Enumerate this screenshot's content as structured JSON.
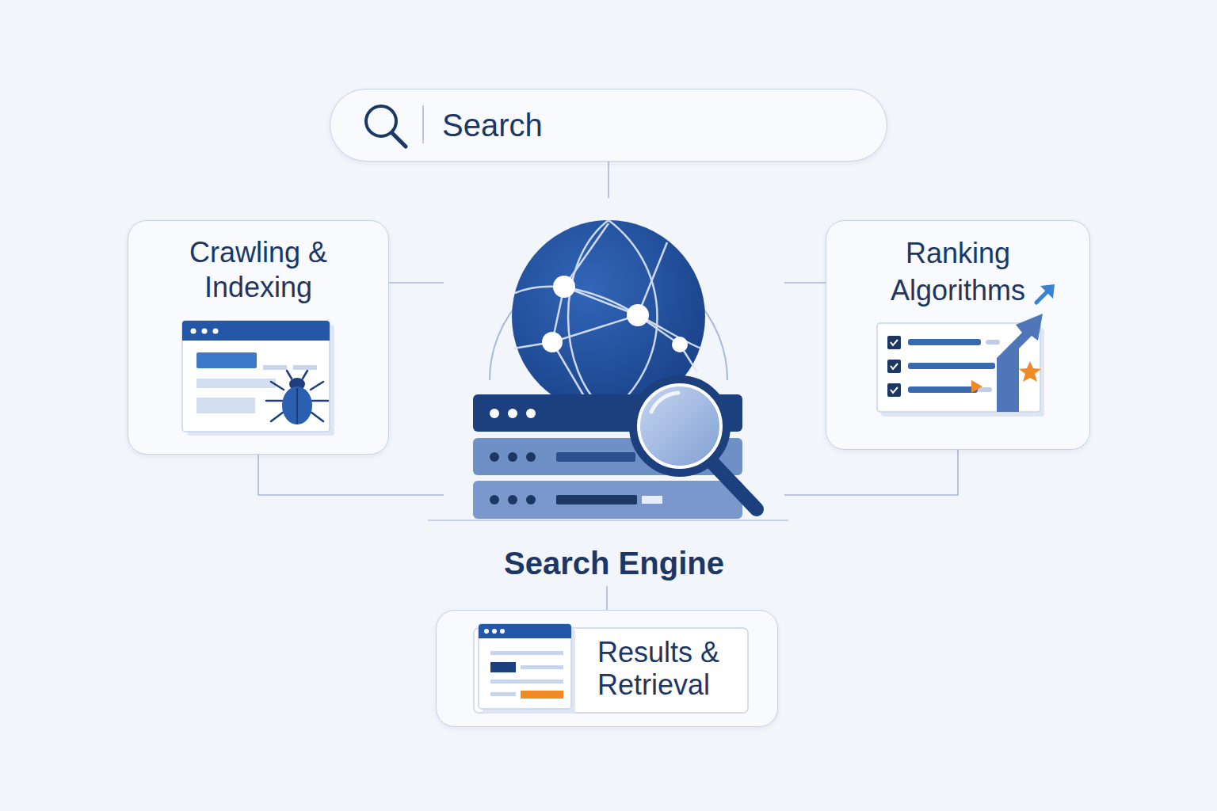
{
  "diagram": {
    "nodes": [
      {
        "text": [
          "Search"
        ]
      },
      {
        "text": [
          "Crawling & Indexing"
        ]
      },
      {
        "text": [
          "Ranking Algorithms"
        ]
      },
      {
        "text": [
          "Search Engine"
        ]
      },
      {
        "text": [
          "Results & Retrieval"
        ]
      }
    ],
    "edges": [
      {
        "from": 0,
        "to": 3,
        "arrow": "none"
      },
      {
        "from": 1,
        "to": 3,
        "arrow": "none"
      },
      {
        "from": 1,
        "to": 3,
        "arrow": "none"
      },
      {
        "from": 3,
        "to": 2,
        "arrow": "none"
      },
      {
        "from": 3,
        "to": 2,
        "arrow": "none"
      },
      {
        "from": 3,
        "to": 4,
        "arrow": "none"
      }
    ]
  }
}
